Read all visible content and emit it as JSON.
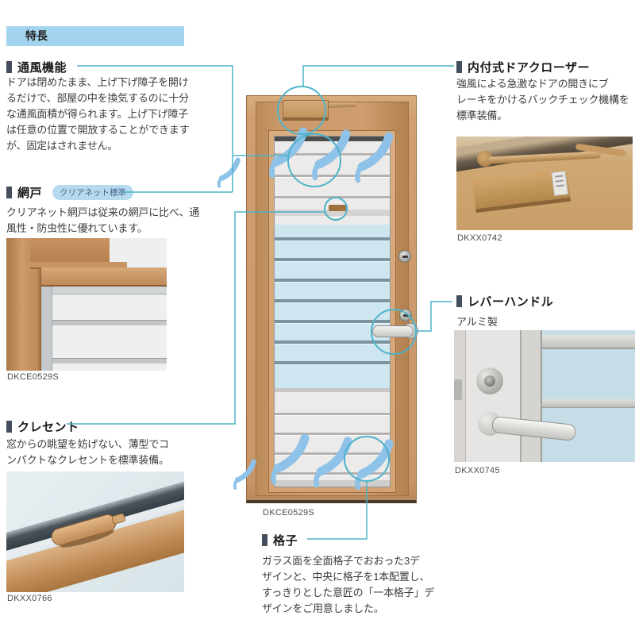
{
  "header": {
    "label": "特長"
  },
  "colors": {
    "accent_cyan": "#4db3c9",
    "header_blue": "#a3d4ee",
    "badge_blue": "#b5d9ed",
    "wind_blue": "#8fc2e8",
    "wood": "#cf9e72",
    "glass_blue": "#cde6f0"
  },
  "sections": {
    "ventilation": {
      "heading": "通風機能",
      "body": "ドアは閉めたまま、上げ下げ障子を開け\nるだけで、部屋の中を換気するのに十分\nな通風面積が得られます。上げ下げ障子\nは任意の位置で開放することができます\nが、固定はされません。"
    },
    "screen": {
      "heading": "網戸",
      "badge": "クリアネット標準",
      "body": "クリアネット網戸は従来の網戸に比べ、通\n風性・防虫性に優れています。",
      "photo_caption": "DKCE0529S"
    },
    "crescent": {
      "heading": "クレセント",
      "body": "窓からの眺望を妨げない、薄型でコ\nンパクトなクレセントを標準装備。",
      "photo_caption": "DKXX0766"
    },
    "closer": {
      "heading": "内付式ドアクローザー",
      "body": "強風による急激なドアの開きにブ\nレーキをかけるバックチェック機構を\n標準装備。",
      "photo_caption": "DKXX0742"
    },
    "handle": {
      "heading": "レバーハンドル",
      "subtitle": "アルミ製",
      "photo_caption": "DKXX0745"
    },
    "lattice": {
      "heading": "格子",
      "body": "ガラス面を全面格子でおおった3デ\nザインと、中央に格子を1本配置し、\nすっきりとした意匠の「一本格子」デ\nザインをご用意しました。"
    },
    "door": {
      "caption": "DKCE0529S"
    }
  }
}
